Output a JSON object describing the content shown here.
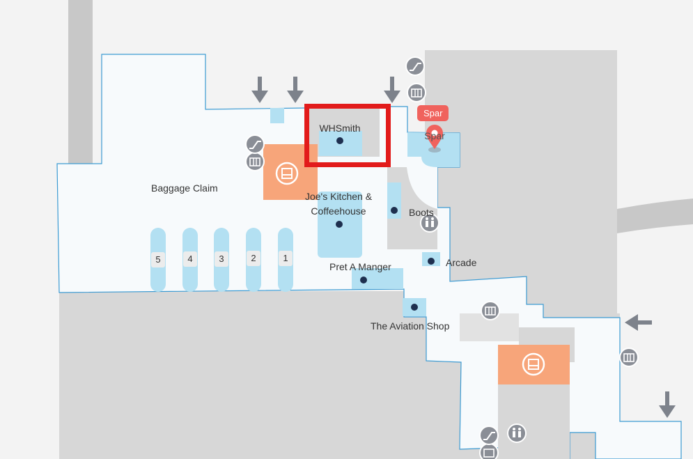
{
  "colors": {
    "background": "#f3f3f3",
    "non_public": "#d7d7d7",
    "corridor": "#c8c8c8",
    "floor": "#f7fafc",
    "outline": "#3b9ad2",
    "shop": "#b3e0f2",
    "service": "#f7a57a",
    "arrow": "#7d828b",
    "marker": "#f0625d",
    "highlight": "#e21b1b",
    "poi_dot": "#1e2f4f"
  },
  "labels": {
    "baggage_claim": "Baggage Claim",
    "whsmith": "WHSmith",
    "spar": "Spar",
    "joes_kitchen": "Joe's Kitchen & Coffeehouse",
    "boots": "Boots",
    "arcade": "Arcade",
    "pret": "Pret A Manger",
    "aviation_shop": "The Aviation Shop"
  },
  "belts": [
    "5",
    "4",
    "3",
    "2",
    "1"
  ],
  "selected": {
    "tooltip": "Spar",
    "highlighted": "WHSmith"
  },
  "icons": {
    "escalator": "escalator-icon",
    "lift": "lift-icon",
    "restroom": "restroom-icon",
    "service": "service-desk-icon",
    "arrow": "entrance-arrow-icon",
    "marker": "location-pin-icon"
  }
}
